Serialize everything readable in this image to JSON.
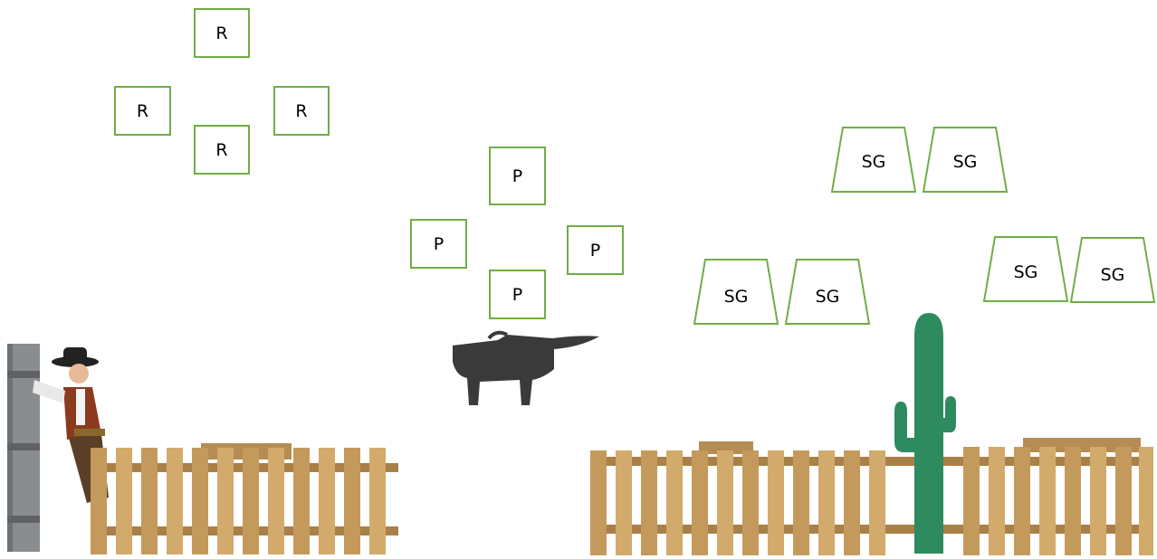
{
  "groups": {
    "r": [
      "R",
      "R",
      "R",
      "R"
    ],
    "p": [
      "P",
      "P",
      "P",
      "P"
    ],
    "sg": [
      "SG",
      "SG",
      "SG",
      "SG",
      "SG",
      "SG"
    ]
  },
  "colors": {
    "box_border": "#70ad47",
    "cactus": "#2e8b5f",
    "fence_wood": "#c9a063",
    "bull": "#3a3a3a"
  },
  "icons": [
    "cowboy-figure",
    "bull-silhouette",
    "cactus",
    "wooden-fence",
    "wooden-gate"
  ]
}
